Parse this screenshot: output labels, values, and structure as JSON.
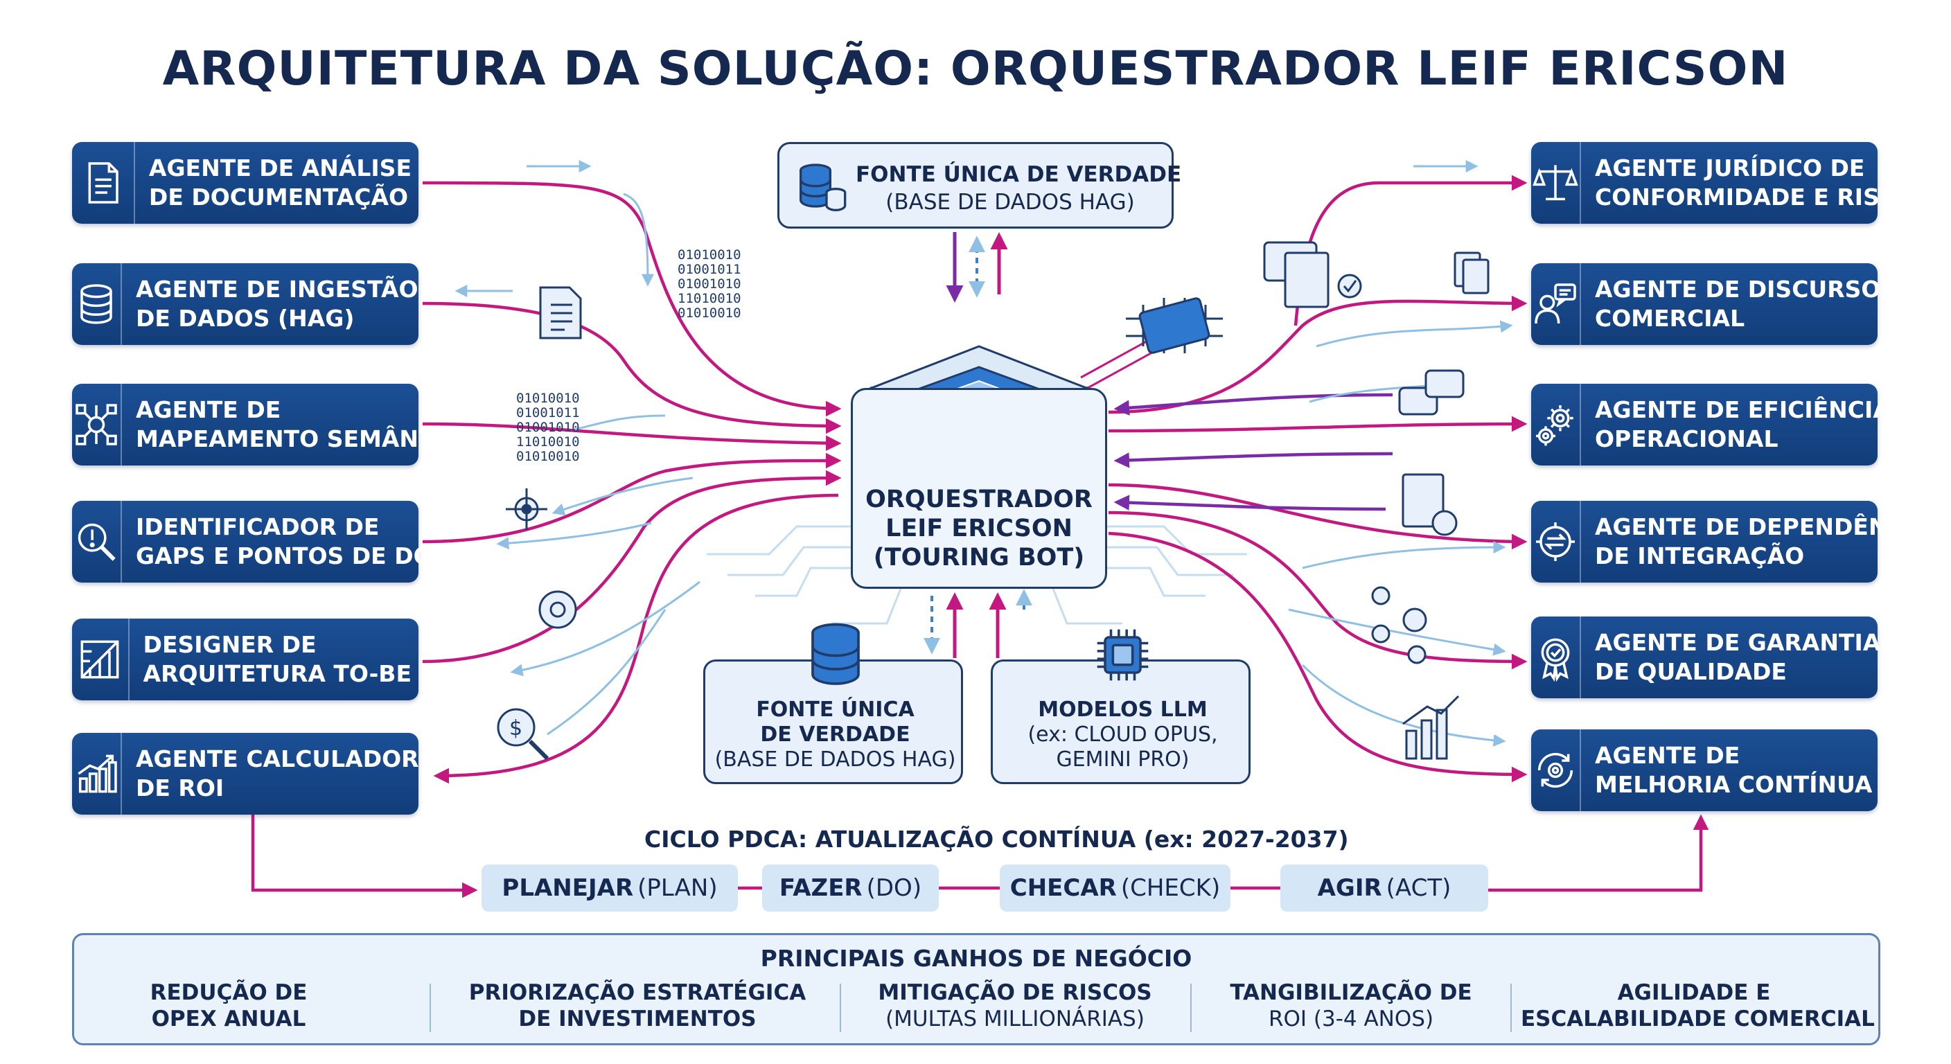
{
  "title": "ARQUITETURA DA SOLUÇÃO: ORQUESTRADOR LEIF ERICSON",
  "left_agents": [
    {
      "line1": "AGENTE DE ANÁLISE",
      "line2": "DE DOCUMENTAÇÃO",
      "icon": "document-icon"
    },
    {
      "line1": "AGENTE DE INGESTÃO",
      "line2": "DE DADOS (HAG)",
      "icon": "database-icon"
    },
    {
      "line1": "AGENTE DE",
      "line2": "MAPEAMENTO SEMÂNTICO",
      "icon": "network-icon"
    },
    {
      "line1": "IDENTIFICADOR DE",
      "line2": "GAPS E PONTOS DE DOR",
      "icon": "magnifier-alert-icon"
    },
    {
      "line1": "DESIGNER DE",
      "line2": "ARQUITETURA TO-BE",
      "icon": "blueprint-icon"
    },
    {
      "line1": "AGENTE CALCULADOR",
      "line2": "DE ROI",
      "icon": "bar-chart-icon"
    }
  ],
  "right_agents": [
    {
      "line1": "AGENTE JURÍDICO DE",
      "line2": "CONFORMIDADE E RISCO",
      "icon": "scales-icon"
    },
    {
      "line1": "AGENTE DE DISCURSO",
      "line2": "COMERCIAL",
      "icon": "speaker-chat-icon"
    },
    {
      "line1": "AGENTE DE EFICIÊNCIA",
      "line2": "OPERACIONAL",
      "icon": "gears-icon"
    },
    {
      "line1": "AGENTE DE DEPENDÊNCIA",
      "line2": "DE INTEGRAÇÃO",
      "icon": "gear-arrows-icon"
    },
    {
      "line1": "AGENTE DE GARANTIA",
      "line2": "DE QUALIDADE",
      "icon": "quality-badge-icon"
    },
    {
      "line1": "AGENTE DE",
      "line2": "MELHORIA CONTÍNUA",
      "icon": "cycle-gear-icon"
    }
  ],
  "top_source": {
    "line1": "FONTE ÚNICA DE VERDADE",
    "line2": "(BASE DE DADOS HAG)"
  },
  "bottom_source": {
    "line1": "FONTE ÚNICA",
    "line2": "DE VERDADE",
    "line3": "(BASE DE DADOS HAG)"
  },
  "llm": {
    "line1": "MODELOS LLM",
    "line2": "(ex: CLOUD OPUS,",
    "line3": "GEMINI PRO)"
  },
  "orchestrator": {
    "line1": "ORQUESTRADOR",
    "line2": "LEIF ERICSON",
    "line3": "(TOURING BOT)"
  },
  "binary_text": "01010010\n01001011\n01001010\n11010010\n01010010",
  "pdca": {
    "title": "CICLO PDCA: ATUALIZAÇÃO CONTÍNUA (ex: 2027-2037)",
    "steps": [
      {
        "bold": "PLANEJAR",
        "rest": "(PLAN)"
      },
      {
        "bold": "FAZER",
        "rest": "(DO)"
      },
      {
        "bold": "CHECAR",
        "rest": "(CHECK)"
      },
      {
        "bold": "AGIR",
        "rest": "(ACT)"
      }
    ]
  },
  "gains": {
    "title": "PRINCIPAIS GANHOS DE NEGÓCIO",
    "items": [
      {
        "line1": "REDUÇÃO DE",
        "line2": "OPEX ANUAL"
      },
      {
        "line1": "PRIORIZAÇÃO ESTRATÉGICA",
        "line2": "DE INVESTIMENTOS"
      },
      {
        "line1": "MITIGAÇÃO DE RISCOS",
        "line2": "(MULTAS MILLIONÁRIAS)"
      },
      {
        "line1": "TANGIBILIZAÇÃO DE",
        "line2": "ROI (3-4 ANOS)"
      },
      {
        "line1": "AGILIDADE E",
        "line2": "ESCALABILIDADE COMERCIAL"
      }
    ]
  },
  "colors": {
    "navy": "#15284f",
    "card_blue": "#1a4a8e",
    "magenta": "#c2187f",
    "light_blue": "#8fc0e4",
    "panel": "#eaf3fc"
  }
}
